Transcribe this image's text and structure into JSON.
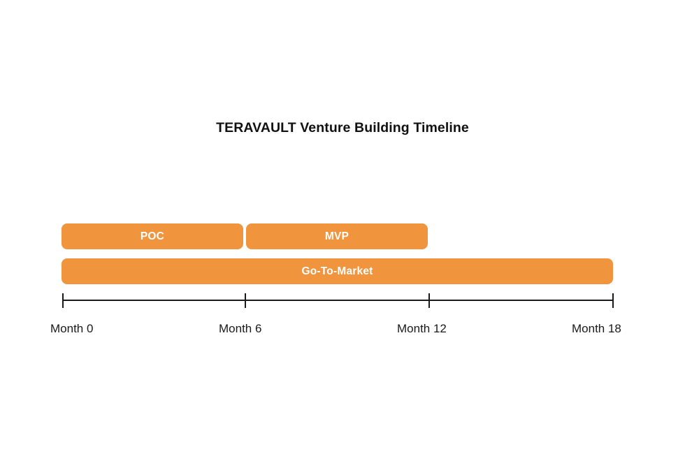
{
  "chart_data": {
    "type": "bar",
    "title": "TERAVAULT Venture Building Timeline",
    "xlabel": "",
    "ylabel": "",
    "orientation": "horizontal",
    "grid": false,
    "legend": "none",
    "xlim": [
      0,
      18
    ],
    "x_unit": "months",
    "tick_labels": [
      "Month 0",
      "Month 6",
      "Month 12",
      "Month 18"
    ],
    "tick_values": [
      0,
      6,
      12,
      18
    ],
    "categories": [
      "POC",
      "MVP",
      "Go-To-Market"
    ],
    "tasks": [
      {
        "label": "POC",
        "start": 0,
        "end": 6,
        "row": 0
      },
      {
        "label": "MVP",
        "start": 6,
        "end": 12,
        "row": 0
      },
      {
        "label": "Go-To-Market",
        "start": 0,
        "end": 18,
        "row": 1
      }
    ],
    "bar_color": "#F0943E",
    "bar_label_color": "#FFFFFF",
    "axis_color": "#1A1A1A",
    "title_color": "#111111",
    "background": "#FFFFFF"
  },
  "chart": {
    "title": "TERAVAULT Venture Building Timeline",
    "bars": [
      {
        "name": "poc",
        "label": "POC"
      },
      {
        "name": "mvp",
        "label": "MVP"
      },
      {
        "name": "go-to-market",
        "label": "Go-To-Market"
      }
    ],
    "axis": {
      "ticks": [
        {
          "label": "Month 0"
        },
        {
          "label": "Month 6"
        },
        {
          "label": "Month 12"
        },
        {
          "label": "Month 18"
        }
      ]
    }
  }
}
